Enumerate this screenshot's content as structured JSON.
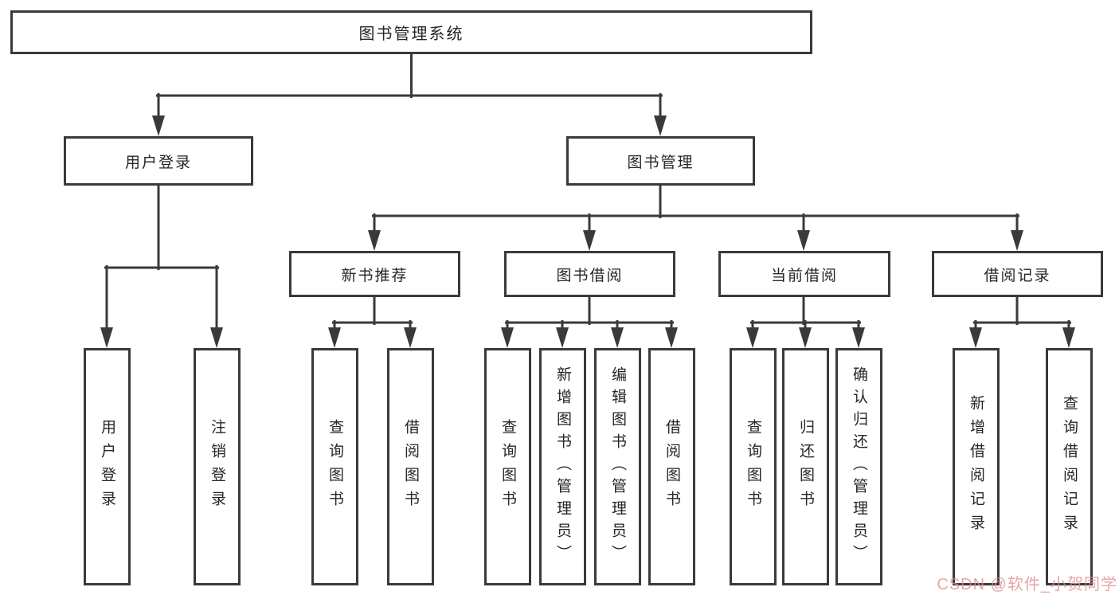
{
  "nodes": {
    "root": "图书管理系统",
    "user_login": "用户登录",
    "book_mgmt": "图书管理",
    "new_books": "新书推荐",
    "book_borrow": "图书借阅",
    "current_borrow": "当前借阅",
    "borrow_records": "借阅记录",
    "leaves": {
      "user_login": [
        "用户登录",
        "注销登录"
      ],
      "new_books": [
        "查询图书",
        "借阅图书"
      ],
      "book_borrow": [
        "查询图书",
        "新增图书（管理员）",
        "编辑图书（管理员）",
        "借阅图书"
      ],
      "current_borrow": [
        "查询图书",
        "归还图书",
        "确认归还（管理员）"
      ],
      "borrow_records": [
        "新增借阅记录",
        "查询借阅记录"
      ]
    }
  },
  "watermark": {
    "text": "CSDN @软件_小贺同学"
  },
  "colors": {
    "line": "#3a3a3a",
    "text": "#262626",
    "background": "#ffffff",
    "watermark": "#e08f8f"
  }
}
